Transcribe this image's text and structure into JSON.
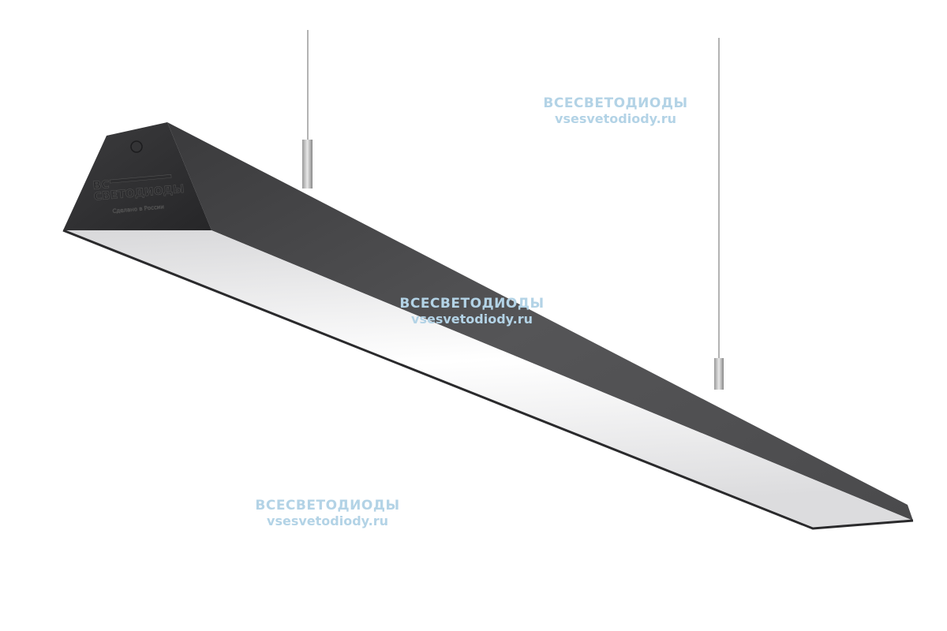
{
  "watermark": {
    "line1": "ВСЕСВЕТОДИОДЫ",
    "line2": "vsesvetodiody.ru"
  },
  "logo": {
    "text": "ВСЕ СВЕТОДИОДЫ",
    "sub": "Сделано в России"
  },
  "colors": {
    "housing": "#4a4a4c",
    "diffuser": "#f2f2f2",
    "watermark": "#b3d3e6"
  }
}
